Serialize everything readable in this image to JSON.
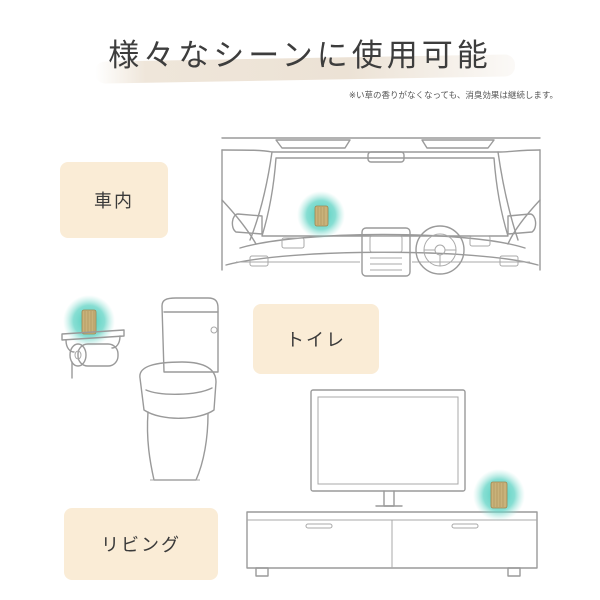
{
  "header": {
    "title": "様々なシーンに使用可能",
    "note": "※い草の香りがなくなっても、消臭効果は継続します。"
  },
  "scenes": [
    {
      "label": "車内"
    },
    {
      "label": "トイレ"
    },
    {
      "label": "リビング"
    }
  ],
  "colors": {
    "label_background": "#faecd6",
    "glow": "#3fc9b8",
    "product": "#c9b27a",
    "outline": "#9a9a9a"
  }
}
